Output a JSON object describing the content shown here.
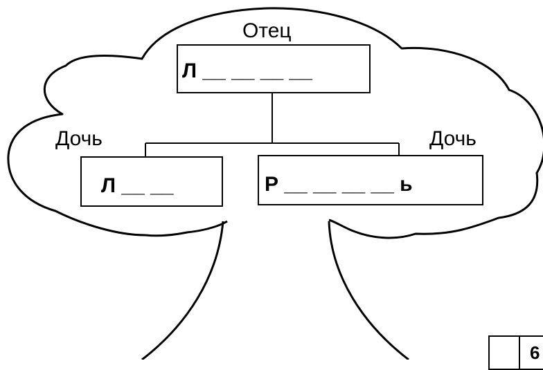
{
  "diagram": {
    "father": {
      "role_label": "Отец",
      "answer_pattern": "Л __ __ __ __"
    },
    "daughter_left": {
      "role_label": "Дочь",
      "answer_pattern": "Л __ __"
    },
    "daughter_right": {
      "role_label": "Дочь",
      "answer_pattern": "Р __ __ __ __ ь"
    }
  },
  "corner_table": {
    "cell_2": "6"
  }
}
